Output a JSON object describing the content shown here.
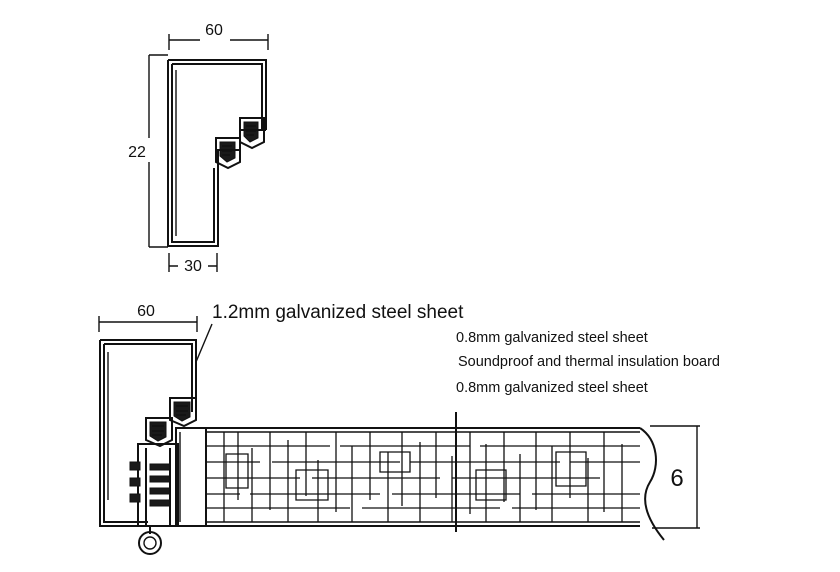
{
  "top_profile": {
    "width_top": "60",
    "height": "22",
    "width_bottom": "30"
  },
  "bottom_section": {
    "width_top": "60",
    "frame_sheet_label": "1.2mm galvanized steel sheet",
    "panel_layers": [
      "0.8mm galvanized steel sheet",
      "Soundproof and thermal insulation board",
      "0.8mm galvanized steel sheet"
    ],
    "panel_thickness": "6"
  },
  "colors": {
    "line": "#111111",
    "background": "#ffffff"
  }
}
